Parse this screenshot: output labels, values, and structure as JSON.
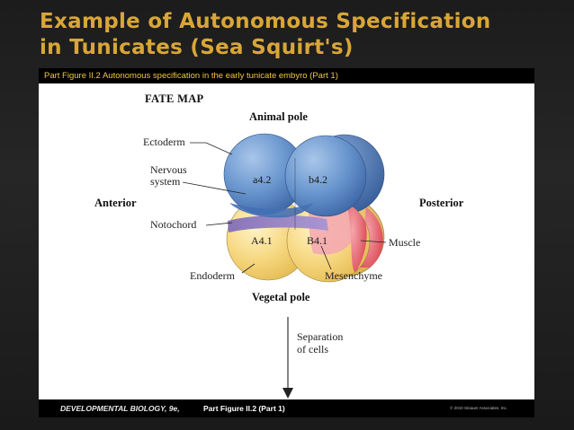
{
  "slide": {
    "title_line1": "Example of Autonomous Specification",
    "title_line2": "in Tunicates (Sea Squirt's)"
  },
  "figure": {
    "caption": "Part Figure II.2  Autonomous specification in the early tunicate embyro (Part 1)",
    "heading": "FATE MAP",
    "poles": {
      "animal": "Animal pole",
      "vegetal": "Vegetal pole"
    },
    "axes": {
      "anterior": "Anterior",
      "posterior": "Posterior"
    },
    "cells": {
      "a42": "a4.2",
      "b42": "b4.2",
      "A41": "A4.1",
      "B41": "B4.1"
    },
    "fates": {
      "ectoderm": "Ectoderm",
      "nervous_1": "Nervous",
      "nervous_2": "system",
      "notochord": "Notochord",
      "endoderm": "Endoderm",
      "mesenchyme": "Mesenchyme",
      "muscle": "Muscle"
    },
    "arrow": {
      "line1": "Separation",
      "line2": "of cells"
    },
    "footer": {
      "book": "DEVELOPMENTAL BIOLOGY, 9e,",
      "part": "Part Figure II.2 (Part 1)",
      "copyright": "© 2010 Sinauer Associates, Inc."
    }
  },
  "colors": {
    "title": "#d9a637",
    "ectoderm": "#6a97cf",
    "nervous": "#4470b5",
    "notochord": "#8d78c3",
    "endoderm": "#f6d77f",
    "muscle": "#e25f6b",
    "mesenchyme": "#f3a6b2"
  }
}
